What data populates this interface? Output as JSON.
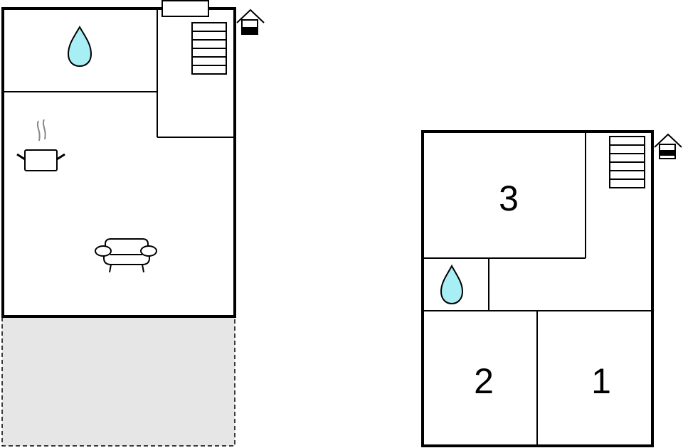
{
  "colors": {
    "wall": "#000000",
    "water": "#a8eef5",
    "terrace": "#e6e6e6",
    "steam": "#888888"
  },
  "ground_floor": {
    "icons": [
      "water-drop-icon",
      "cooking-pot-icon",
      "sofa-icon",
      "stairs-icon",
      "house-entrance-icon"
    ]
  },
  "upper_floor": {
    "rooms": [
      {
        "label": "3"
      },
      {
        "label": "2"
      },
      {
        "label": "1"
      }
    ],
    "icons": [
      "water-drop-icon",
      "stairs-icon",
      "house-entrance-icon"
    ]
  }
}
